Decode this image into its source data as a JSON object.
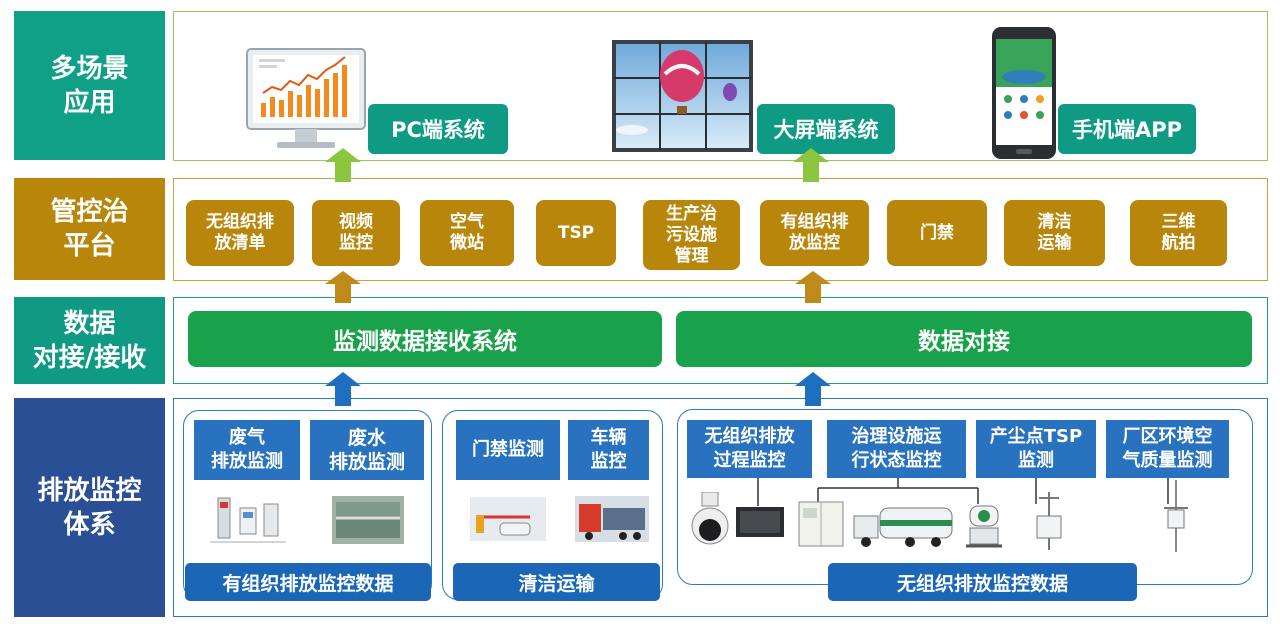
{
  "rows": {
    "app": {
      "label": "多场景\n应用",
      "color": "#10a088"
    },
    "platform": {
      "label": "管控治\n平台",
      "color": "#b8860b"
    },
    "data": {
      "label": "数据\n对接/接收",
      "color": "#0e9a83"
    },
    "monitor": {
      "label": "排放监控\n体系",
      "color": "#2b4f94"
    }
  },
  "apps": {
    "pc": "PC端系统",
    "bigscreen": "大屏端系统",
    "mobile": "手机端APP"
  },
  "platform_items": [
    "无组织排\n放清单",
    "视频\n监控",
    "空气\n微站",
    "TSP",
    "生产治\n污设施\n管理",
    "有组织排\n放监控",
    "门禁",
    "清洁\n运输",
    "三维\n航拍"
  ],
  "data_bars": {
    "receive": "监测数据接收系统",
    "docking": "数据对接"
  },
  "monitor": {
    "organized": {
      "items": [
        "废气\n排放监测",
        "废水\n排放监测"
      ],
      "footer": "有组织排放监控数据"
    },
    "transport": {
      "items": [
        "门禁监测",
        "车辆\n监控"
      ],
      "footer": "清洁运输"
    },
    "unorganized": {
      "items": [
        "无组织排放\n过程监控",
        "治理设施运\n行状态监控",
        "产尘点TSP\n监测",
        "厂区环境空\n气质量监测"
      ],
      "footer": "无组织排放监控数据"
    }
  },
  "colors": {
    "teal": "#10a088",
    "gold": "#b8860b",
    "green": "#19a24b",
    "blue": "#2872bf",
    "arrow_green": "#8cc63f",
    "arrow_gold": "#c08a1a",
    "arrow_blue": "#1f6fc0"
  }
}
